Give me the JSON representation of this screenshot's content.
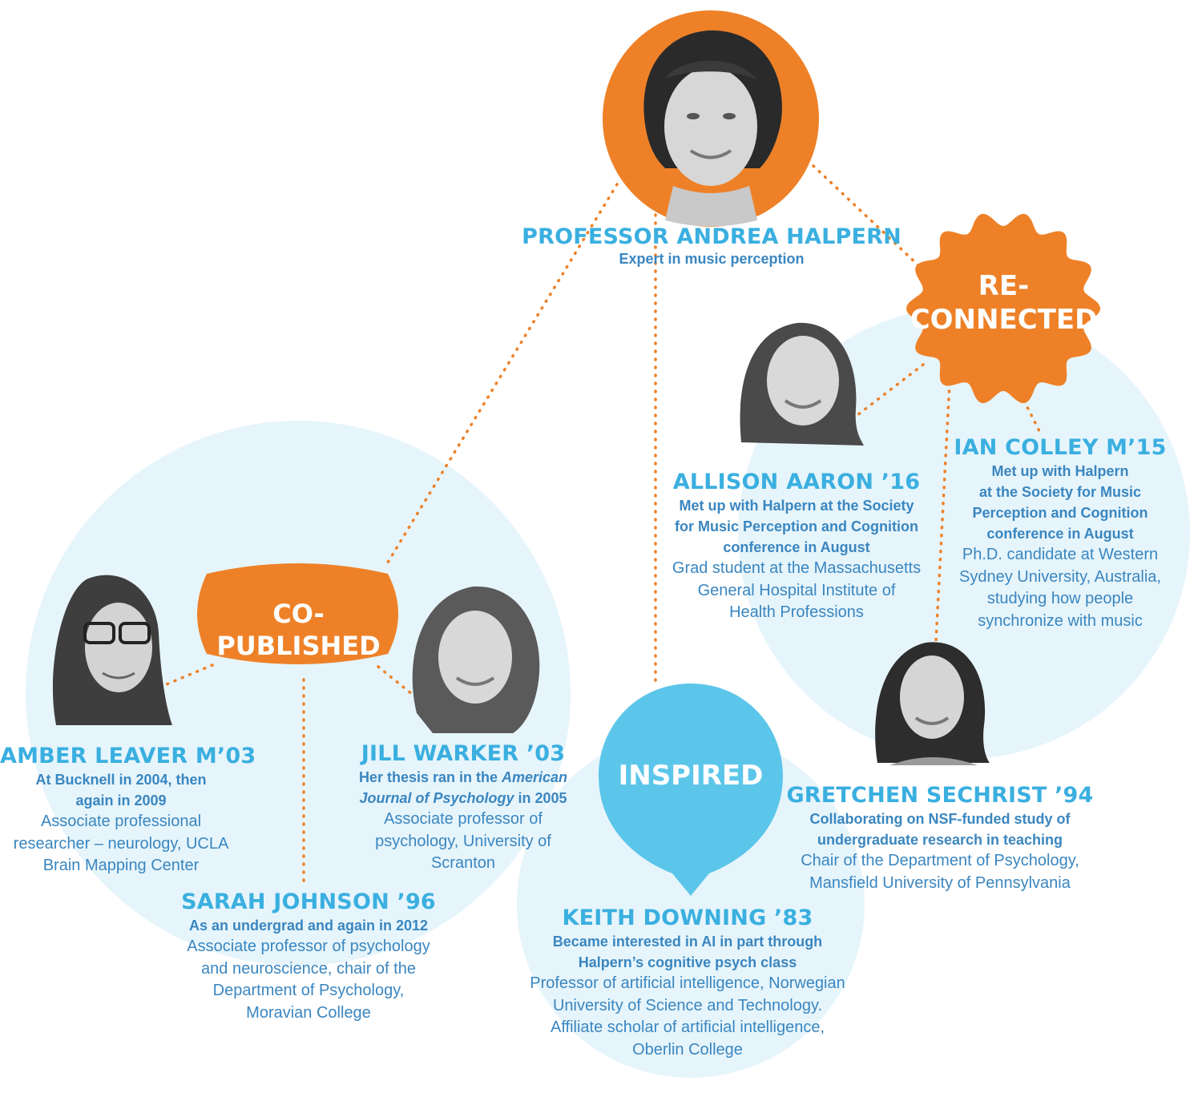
{
  "colors": {
    "orange": "#EE8128",
    "blue": "#5CC6EA",
    "light_blue": "#E6F5FB",
    "name_blue": "#3AAFE0",
    "text_blue": "#3A86C0"
  },
  "center": {
    "name": "PROFESSOR ANDREA HALPERN",
    "subtitle": "Expert in music perception"
  },
  "badges": {
    "copublished": "CO-PUBLISHED",
    "reconnected_line1": "RE-",
    "reconnected_line2": "CONNECTED",
    "inspired": "INSPIRED"
  },
  "people": {
    "amber": {
      "name": "AMBER LEAVER M’03",
      "note_line1": "At Bucknell in 2004, then",
      "note_line2": "again in 2009",
      "role_line1": "Associate professional",
      "role_line2": "researcher – neurology, UCLA",
      "role_line3": "Brain Mapping Center"
    },
    "jill": {
      "name": "JILL WARKER ’03",
      "note_line1_a": "Her thesis ran in the ",
      "note_line1_b": "American",
      "note_line2_a": "Journal of Psychology",
      "note_line2_b": " in 2005",
      "role_line1": "Associate professor of",
      "role_line2": "psychology, University of",
      "role_line3": "Scranton"
    },
    "sarah": {
      "name": "SARAH JOHNSON ’96",
      "note_line1": "As an undergrad and again in 2012",
      "role_line1": "Associate professor of psychology",
      "role_line2": "and neuroscience, chair of the",
      "role_line3": "Department of Psychology,",
      "role_line4": "Moravian College"
    },
    "keith": {
      "name": "KEITH DOWNING ’83",
      "note_line1": "Became interested in AI in part through",
      "note_line2": "Halpern’s cognitive psych class",
      "role_line1": "Professor of artificial intelligence, Norwegian",
      "role_line2": "University of Science and Technology.",
      "role_line3": "Affiliate scholar of artificial intelligence,",
      "role_line4": "Oberlin College"
    },
    "allison": {
      "name": "ALLISON AARON ’16",
      "note_line1": "Met up with Halpern at the Society",
      "note_line2": "for Music Perception and Cognition",
      "note_line3": "conference in August",
      "role_line1": "Grad student at the Massachusetts",
      "role_line2": "General Hospital Institute of",
      "role_line3": "Health Professions"
    },
    "ian": {
      "name": "IAN COLLEY M’15",
      "note_line1": "Met up with Halpern",
      "note_line2": "at the Society for Music",
      "note_line3": "Perception and Cognition",
      "note_line4": "conference in August",
      "role_line1": "Ph.D. candidate at Western",
      "role_line2": "Sydney University, Australia,",
      "role_line3": "studying how people",
      "role_line4": "synchronize with music"
    },
    "gretchen": {
      "name": "GRETCHEN SECHRIST ’94",
      "note_line1": "Collaborating on NSF-funded study of",
      "note_line2": "undergraduate research in teaching",
      "role_line1": "Chair of the Department of Psychology,",
      "role_line2": "Mansfield University of Pennsylvania"
    }
  }
}
